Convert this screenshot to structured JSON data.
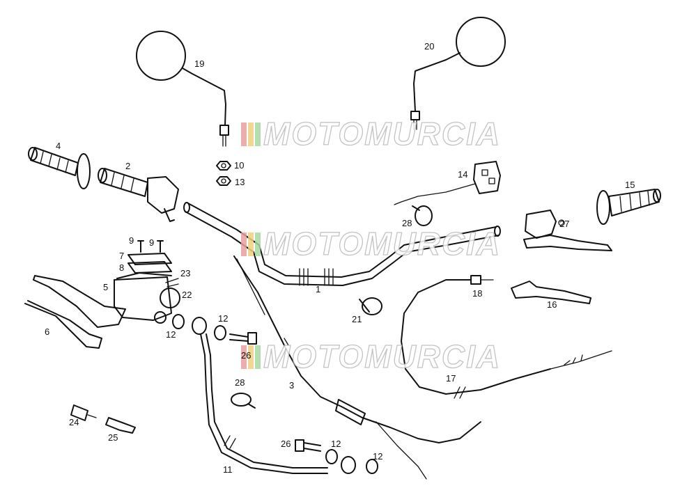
{
  "diagram": {
    "labels": [
      {
        "id": "l1",
        "text": "1"
      },
      {
        "id": "l2",
        "text": "2"
      },
      {
        "id": "l3",
        "text": "3"
      },
      {
        "id": "l4",
        "text": "4"
      },
      {
        "id": "l5",
        "text": "5"
      },
      {
        "id": "l6",
        "text": "6"
      },
      {
        "id": "l7",
        "text": "7"
      },
      {
        "id": "l8",
        "text": "8"
      },
      {
        "id": "l9a",
        "text": "9"
      },
      {
        "id": "l9b",
        "text": "9"
      },
      {
        "id": "l10",
        "text": "10"
      },
      {
        "id": "l11",
        "text": "11"
      },
      {
        "id": "l12a",
        "text": "12"
      },
      {
        "id": "l12b",
        "text": "12"
      },
      {
        "id": "l12c",
        "text": "12"
      },
      {
        "id": "l12d",
        "text": "12"
      },
      {
        "id": "l13",
        "text": "13"
      },
      {
        "id": "l14",
        "text": "14"
      },
      {
        "id": "l15",
        "text": "15"
      },
      {
        "id": "l16",
        "text": "16"
      },
      {
        "id": "l17",
        "text": "17"
      },
      {
        "id": "l18",
        "text": "18"
      },
      {
        "id": "l19",
        "text": "19"
      },
      {
        "id": "l20",
        "text": "20"
      },
      {
        "id": "l21",
        "text": "21"
      },
      {
        "id": "l22",
        "text": "22"
      },
      {
        "id": "l23",
        "text": "23"
      },
      {
        "id": "l24",
        "text": "24"
      },
      {
        "id": "l25",
        "text": "25"
      },
      {
        "id": "l26a",
        "text": "26"
      },
      {
        "id": "l26b",
        "text": "26"
      },
      {
        "id": "l27",
        "text": "27"
      },
      {
        "id": "l28a",
        "text": "28"
      },
      {
        "id": "l28b",
        "text": "28"
      }
    ]
  },
  "watermark": {
    "text": "MOTOMURCIA",
    "colors": [
      "#e8a0a0",
      "#f0d080",
      "#a8d8a0",
      "#c8c8c8"
    ]
  }
}
